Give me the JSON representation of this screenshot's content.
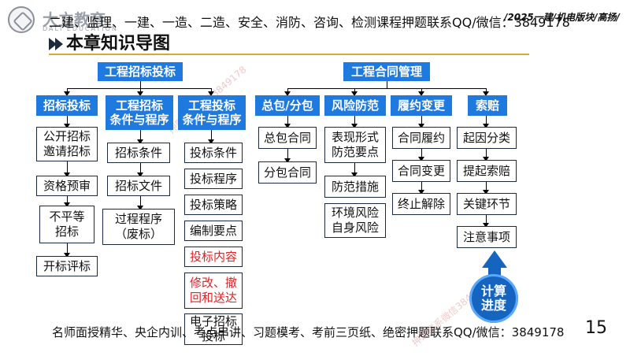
{
  "brand": {
    "name": "大立教育",
    "sub": "DALI EDUCATION"
  },
  "top_banner": "二建、监理、一建、一造、二造、安全、消防、咨询、检测课程押题联系QQ/微信：3849178",
  "top_right": "/2025一建/机电版块/高扬/",
  "title": "本章知识导图",
  "roots": {
    "left": "工程招标投标",
    "right": "工程合同管理"
  },
  "columns": {
    "c1": {
      "header": "招标投标",
      "items": [
        "公开招标\n邀请招标",
        "资格预审",
        "不平等\n招标",
        "开标评标"
      ]
    },
    "c2": {
      "header": "工程招标\n条件与程序",
      "items": [
        "招标条件",
        "招标文件",
        "过程程序\n（废标）"
      ]
    },
    "c3": {
      "header": "工程投标\n条件与程序",
      "items": [
        "投标条件",
        "投标程序",
        "投标策略",
        "编制要点",
        "投标内容",
        "修改、撤\n回和送达",
        "电子招标\n投标"
      ]
    },
    "c4": {
      "header": "总包/分包",
      "items": [
        "总包合同",
        "分包合同"
      ]
    },
    "c5": {
      "header": "风险防范",
      "items": [
        "表现形式\n防范要点",
        "防范措施",
        "环境风险\n自身风险"
      ]
    },
    "c6": {
      "header": "履约变更",
      "items": [
        "合同履约",
        "合同变更",
        "终止解除"
      ]
    },
    "c7": {
      "header": "索赔",
      "items": [
        "起因分类",
        "提起索赔",
        "关键环节",
        "注意事项"
      ]
    }
  },
  "calc_badge": "计算\n进度",
  "bottom_banner": "名师面授精华、央企内训、考点串讲、习题模考、考前三页纸、绝密押题联系QQ/微信：3849178",
  "page_number": "15",
  "watermark": "押题联系微信3849178",
  "colors": {
    "header": "#1f7ae0",
    "accent_red": "#e32222",
    "badge": "#1565c0",
    "rule": "#d9a63a"
  }
}
